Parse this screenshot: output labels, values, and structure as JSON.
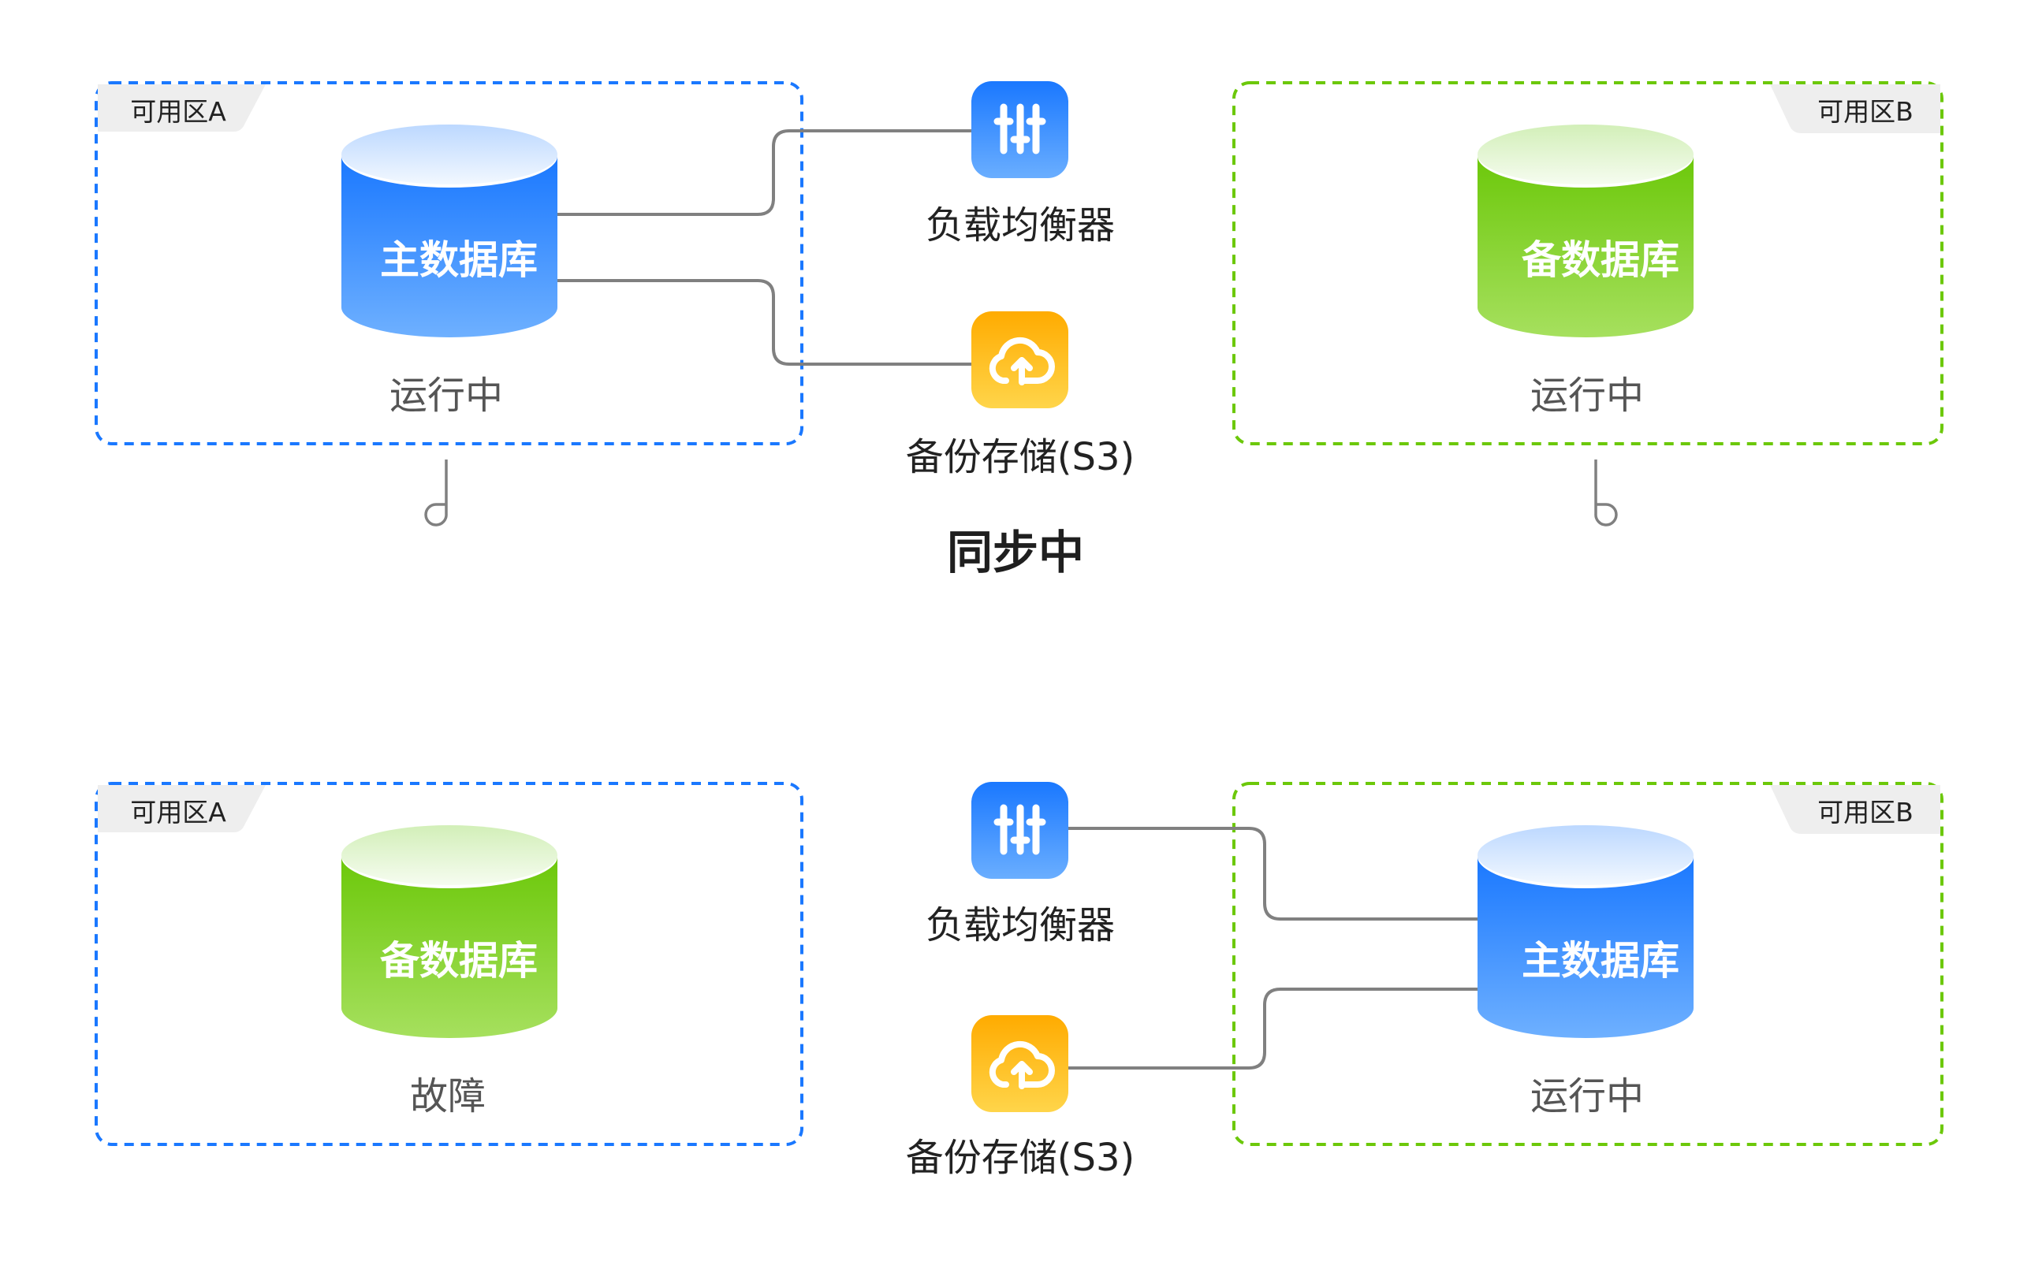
{
  "colors": {
    "zone_a_border": "#1a78ff",
    "zone_b_border": "#6cc80a",
    "primary_db": "#1a78ff",
    "standby_db": "#6cc80a",
    "load_balancer": "#1a78ff",
    "backup_storage": "#ffab00",
    "connector": "#808080",
    "zone_tab": "#eeeeee"
  },
  "scenarios": [
    {
      "name": "normal",
      "zone_a": {
        "label": "可用区A",
        "database": {
          "role": "primary",
          "title": "主数据库",
          "status": "运行中"
        }
      },
      "zone_b": {
        "label": "可用区B",
        "database": {
          "role": "standby",
          "title": "备数据库",
          "status": "运行中"
        }
      },
      "services": {
        "load_balancer": {
          "label": "负载均衡器",
          "icon": "sliders-icon",
          "connected_to": "zone_a"
        },
        "backup_storage": {
          "label": "备份存储(S3)",
          "icon": "cloud-upload-icon",
          "connected_to": "zone_a"
        }
      },
      "replication": {
        "label": "同步中"
      }
    },
    {
      "name": "failover",
      "zone_a": {
        "label": "可用区A",
        "database": {
          "role": "standby",
          "title": "备数据库",
          "status": "故障"
        }
      },
      "zone_b": {
        "label": "可用区B",
        "database": {
          "role": "primary",
          "title": "主数据库",
          "status": "运行中"
        }
      },
      "services": {
        "load_balancer": {
          "label": "负载均衡器",
          "icon": "sliders-icon",
          "connected_to": "zone_b"
        },
        "backup_storage": {
          "label": "备份存储(S3)",
          "icon": "cloud-upload-icon",
          "connected_to": "zone_b"
        }
      }
    }
  ]
}
